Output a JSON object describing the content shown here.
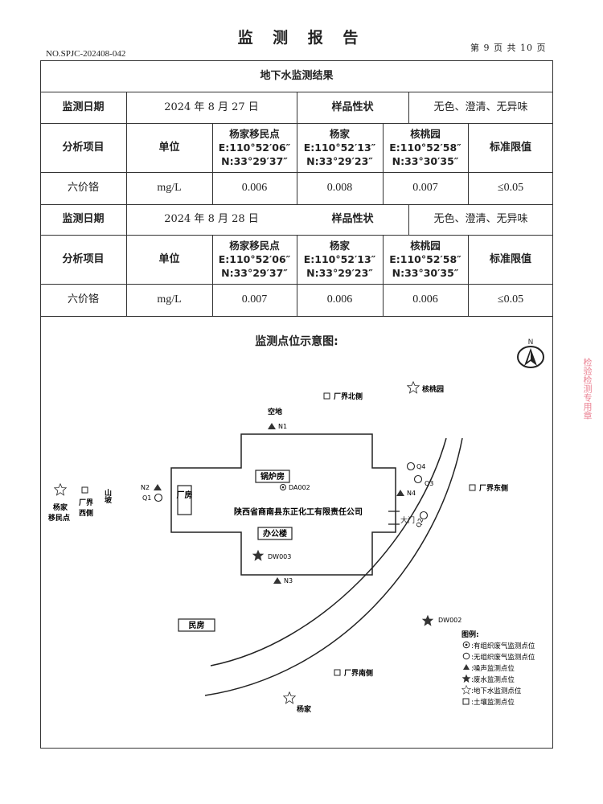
{
  "header": {
    "title": "监 测 报 告",
    "doc_no": "NO.SPJC-202408-042",
    "page_info": "第 9 页 共 10 页"
  },
  "table": {
    "caption": "地下水监测结果",
    "date_label": "监测日期",
    "sample_label": "样品性状",
    "item_label": "分析项目",
    "unit_label": "单位",
    "limit_label": "标准限值",
    "locations": [
      {
        "name": "杨家移民点",
        "e": "E:110°52′06″",
        "n": "N:33°29′37″"
      },
      {
        "name": "杨家",
        "e": "E:110°52′13″",
        "n": "N:33°29′23″"
      },
      {
        "name": "核桃园",
        "e": "E:110°52′58″",
        "n": "N:33°30′35″"
      }
    ],
    "days": [
      {
        "date": "2024 年 8 月 27 日",
        "sample": "无色、澄清、无异味",
        "item": "六价铬",
        "unit": "mg/L",
        "values": [
          "0.006",
          "0.008",
          "0.007"
        ],
        "limit": "≤0.05"
      },
      {
        "date": "2024 年 8 月 28 日",
        "sample": "无色、澄清、无异味",
        "item": "六价铬",
        "unit": "mg/L",
        "values": [
          "0.007",
          "0.006",
          "0.006"
        ],
        "limit": "≤0.05"
      }
    ]
  },
  "map": {
    "title": "监测点位示意图:",
    "north": "N",
    "company": "陕西省商南县东正化工有限责任公司",
    "boiler_room": "锅炉房",
    "office": "办公楼",
    "factory": "厂房",
    "residence": "民房",
    "gate": "大门",
    "vacant": "空地",
    "mountain": "山坡",
    "labels": {
      "n1": "N1",
      "n2": "N2",
      "n3": "N3",
      "n4": "N4",
      "q1": "Q1",
      "q2": "Q2",
      "q3": "Q3",
      "q4": "Q4",
      "da002": "DA002",
      "dw003": "DW003",
      "dw002": "DW002",
      "north_side": "厂界北侧",
      "east_side": "厂界东侧",
      "south_side": "厂界南侧",
      "west_side_1": "厂界",
      "west_side_2": "西侧",
      "hetaoyuan": "核桃园",
      "yangjia": "杨家",
      "yangjia_yimin_1": "杨家",
      "yangjia_yimin_2": "移民点"
    },
    "legend": {
      "title": "图例:",
      "items": [
        ":有组织废气监测点位",
        ":无组织废气监测点位",
        ":噪声监测点位",
        ":废水监测点位",
        ":地下水监测点位",
        ":土壤监测点位"
      ]
    }
  },
  "stamp": "检验检测专用章"
}
